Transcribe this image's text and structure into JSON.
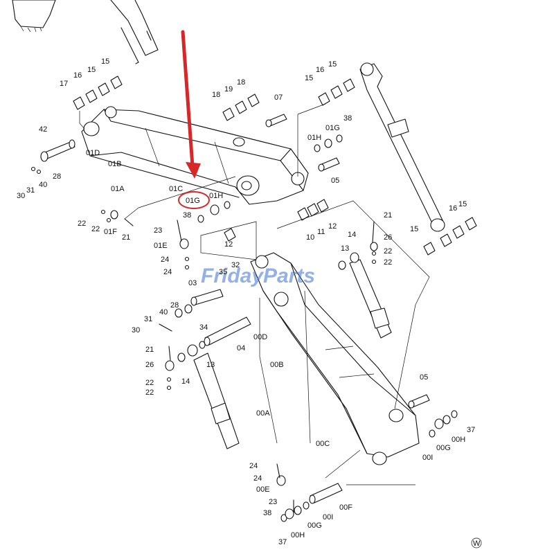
{
  "diagram": {
    "highlight_color": "#d62828",
    "highlighted_part": "01G",
    "watermark": "FridayParts",
    "corner_mark": "W",
    "labels": {
      "l_17": "17",
      "l_16a": "16",
      "l_15a": "15",
      "l_42": "42",
      "l_01D": "01D",
      "l_01B": "01B",
      "l_01A": "01A",
      "l_30a": "30",
      "l_31a": "31",
      "l_40a": "40",
      "l_28a": "28",
      "l_18": "18",
      "l_19": "19",
      "l_18b": "18",
      "l_07": "07",
      "l_16b": "16",
      "l_15b": "15",
      "l_15c": "15",
      "l_01H_top": "01H",
      "l_01G_top": "01G",
      "l_38a": "38",
      "l_05a": "05",
      "l_01C": "01C",
      "l_01H": "01H",
      "l_01G": "01G",
      "l_38b": "38",
      "l_22a": "22",
      "l_22b": "22",
      "l_01F": "01F",
      "l_21a": "21",
      "l_23a": "23",
      "l_01E": "01E",
      "l_24a": "24",
      "l_24b": "24",
      "l_12a": "12",
      "l_10": "10",
      "l_11": "11",
      "l_12b": "12",
      "l_21b": "21",
      "l_14a": "14",
      "l_26a": "26",
      "l_22c": "22",
      "l_22d": "22",
      "l_13a": "13",
      "l_15d": "15",
      "l_16c": "16",
      "l_15e": "15",
      "l_35": "35",
      "l_32": "32",
      "l_03": "03",
      "l_40b": "40",
      "l_28b": "28",
      "l_31b": "31",
      "l_30b": "30",
      "l_34": "34",
      "l_00D": "00D",
      "l_04": "04",
      "l_21c": "21",
      "l_26b": "26",
      "l_13b": "13",
      "l_22e": "22",
      "l_22f": "22",
      "l_14b": "14",
      "l_00B": "00B",
      "l_00A": "00A",
      "l_05b": "05",
      "l_00C": "00C",
      "l_37a": "37",
      "l_00H_r": "00H",
      "l_00G_r": "00G",
      "l_00I_r": "00I",
      "l_24c": "24",
      "l_24d": "24",
      "l_00E": "00E",
      "l_23b": "23",
      "l_00F": "00F",
      "l_38c": "38",
      "l_00I_b": "00I",
      "l_00G_b": "00G",
      "l_00H_b": "00H",
      "l_37b": "37"
    }
  }
}
